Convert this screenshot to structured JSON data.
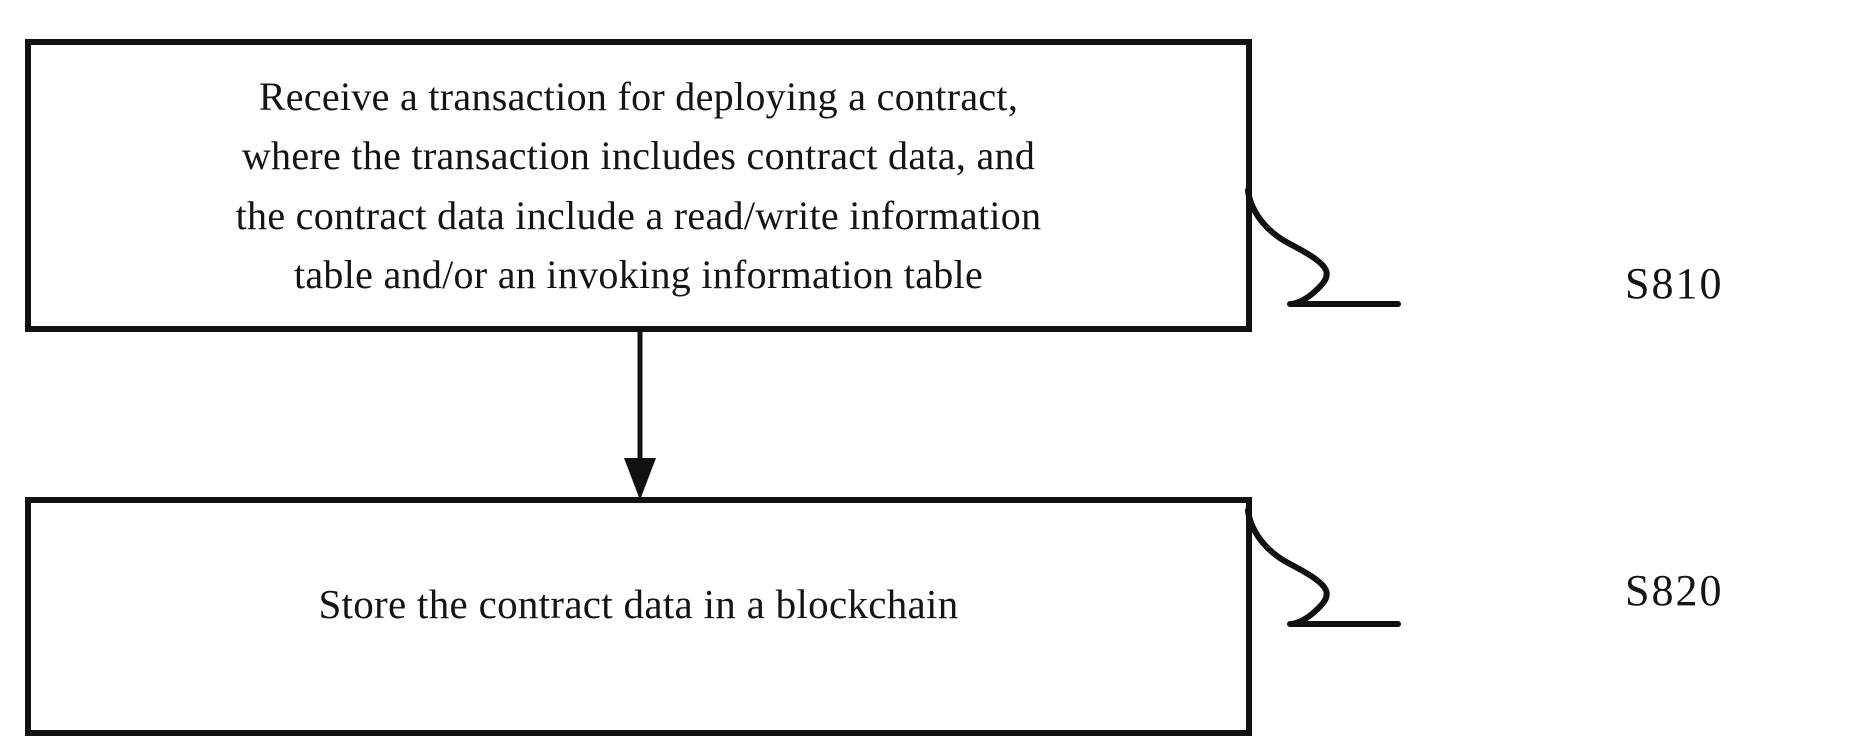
{
  "figure": {
    "type": "patent-flowchart",
    "background_color": "#ffffff",
    "line_color": "#111111",
    "text_color": "#141414"
  },
  "steps": [
    {
      "id": "S810",
      "text": "Receive a transaction for deploying a contract,\nwhere the transaction includes contract data, and\nthe contract data include a read/write information\ntable and/or an invoking information table",
      "label": "S810"
    },
    {
      "id": "S820",
      "text": "Store the contract data in a blockchain",
      "label": "S820"
    }
  ],
  "connectors": [
    {
      "name": "arrow-step1-to-step2",
      "kind": "vertical-arrow",
      "direction": "down"
    },
    {
      "name": "leader-s810",
      "kind": "s-curve-leader"
    },
    {
      "name": "leader-s820",
      "kind": "s-curve-leader"
    }
  ]
}
